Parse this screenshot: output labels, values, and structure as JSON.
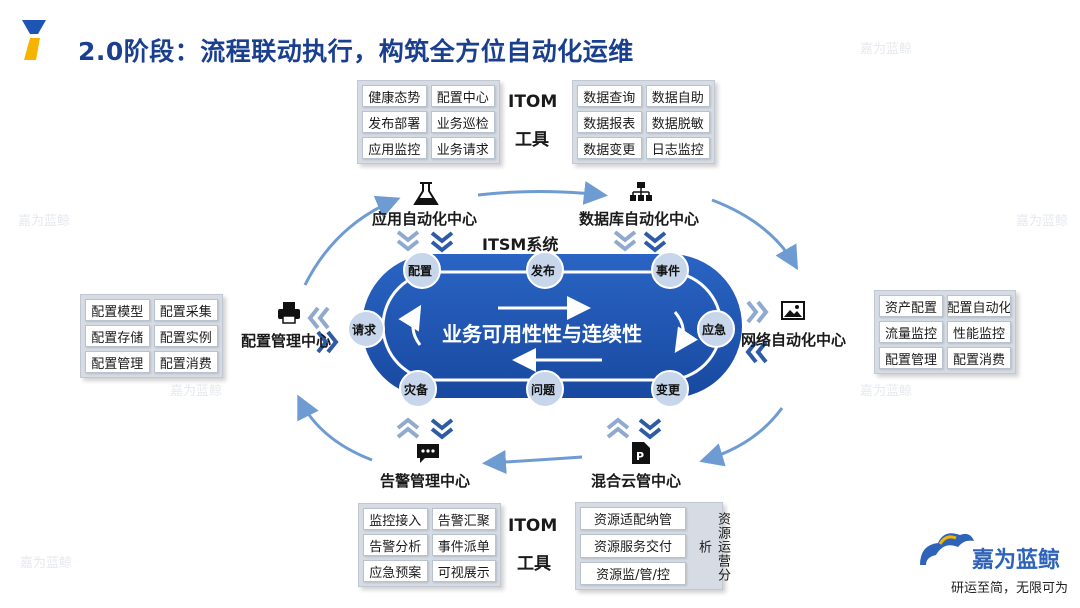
{
  "title": "2.0阶段：流程联动执行，构筑全方位自动化运维",
  "itom_top": {
    "line1": "ITOM",
    "line2": "工具"
  },
  "itom_bottom": {
    "line1": "ITOM",
    "line2": "工具"
  },
  "itsm_label": "ITSM系统",
  "center_text": "业务可用性性与连续性",
  "ring_nodes": {
    "config": "配置",
    "release": "发布",
    "event": "事件",
    "request": "请求",
    "emergency": "应急",
    "disaster": "灾备",
    "problem": "问题",
    "change": "变更"
  },
  "centers": {
    "app": "应用自动化中心",
    "db": "数据库自动化中心",
    "config": "配置管理中心",
    "network": "网络自动化中心",
    "alarm": "告警管理中心",
    "cloud": "混合云管中心"
  },
  "panels": {
    "app": [
      "健康态势",
      "配置中心",
      "发布部署",
      "业务巡检",
      "应用监控",
      "业务请求"
    ],
    "db": [
      "数据查询",
      "数据自助",
      "数据报表",
      "数据脱敏",
      "数据变更",
      "日志监控"
    ],
    "config": [
      "配置模型",
      "配置采集",
      "配置存储",
      "配置实例",
      "配置管理",
      "配置消费"
    ],
    "network": [
      "资产配置",
      "配置自动化",
      "流量监控",
      "性能监控",
      "配置管理",
      "配置消费"
    ],
    "alarm": [
      "监控接入",
      "告警汇聚",
      "告警分析",
      "事件派单",
      "应急预案",
      "可视展示"
    ],
    "cloud": [
      "资源适配纳管",
      "资源服务交付",
      "资源监/管/控"
    ],
    "cloud_side": "资源运营分析"
  },
  "brand": {
    "name": "嘉为蓝鲸",
    "slogan": "研运至简，无限可为"
  },
  "watermark": "嘉为蓝鲸",
  "colors": {
    "primary": "#1d55b5",
    "title": "#1a3f8f",
    "arrow": "#6f9bd3",
    "node_fill": "#c7d6ea",
    "panel_bg": "#d7dce4"
  }
}
